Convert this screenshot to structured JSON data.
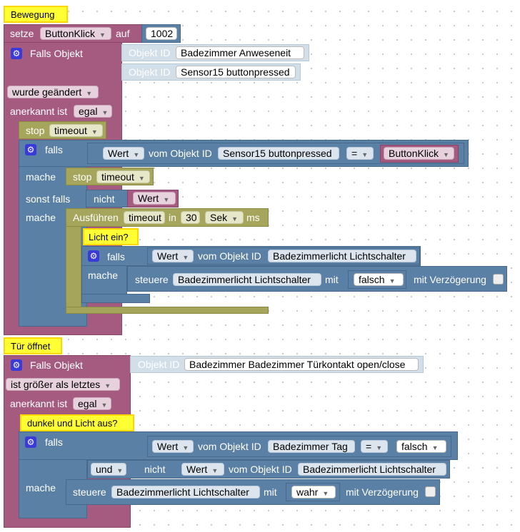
{
  "script1": {
    "comment": "Bewegung",
    "set_label": "setze",
    "set_var": "ButtonKlick",
    "set_to": "auf",
    "set_value": "1002",
    "trigger_label": "Falls Objekt",
    "id_label": "Objekt ID",
    "id_value_1": "Badezimmer Anweseneit",
    "id_value_2": "Sensor15 buttonpressed",
    "condition": "wurde geändert",
    "ack_label": "anerkannt ist",
    "ack_value": "egal",
    "stop_label": "stop",
    "stop_value": "timeout",
    "if_label": "falls",
    "wert": "Wert",
    "from_object": "vom Objekt ID",
    "if_object": "Sensor15 buttonpressed",
    "op": "=",
    "compare_var": "ButtonKlick",
    "then_label": "mache",
    "then_stop_label": "stop",
    "then_stop_value": "timeout",
    "elseif_label": "sonst falls",
    "not_label": "nicht",
    "not_value": "Wert",
    "then2_label": "mache",
    "exec_label": "Ausführen",
    "exec_timer": "timeout",
    "in_label": "in",
    "in_value": "30",
    "unit": "Sek",
    "ms_label": "ms",
    "comment2": "Licht ein?",
    "inner_if_label": "falls",
    "inner_wert": "Wert",
    "inner_from_object": "vom Objekt ID",
    "inner_object": "Badezimmerlicht Lichtschalter",
    "inner_then_label": "mache",
    "control_label": "steuere",
    "control_object": "Badezimmerlicht Lichtschalter",
    "with_label": "mit",
    "control_value": "falsch",
    "delay_label": "mit Verzögerung"
  },
  "script2": {
    "comment": "Tür öffnet",
    "trigger_label": "Falls Objekt",
    "id_label": "Objekt ID",
    "id_value": "Badezimmer Badezimmer Türkontakt open/close",
    "condition": "ist größer als letztes",
    "ack_label": "anerkannt ist",
    "ack_value": "egal",
    "comment2": "dunkel und Licht aus?",
    "if_label": "falls",
    "wert": "Wert",
    "from_object": "vom Objekt ID",
    "if_object": "Badezimmer Tag",
    "op": "=",
    "compare_value": "falsch",
    "and_label": "und",
    "not_label": "nicht",
    "wert2": "Wert",
    "from_object2": "vom Objekt ID",
    "if_object2": "Badezimmerlicht Lichtschalter",
    "then_label": "mache",
    "control_label": "steuere",
    "control_object": "Badezimmerlicht Lichtschalter",
    "with_label": "mit",
    "control_value": "wahr",
    "delay_label": "mit Verzögerung"
  }
}
